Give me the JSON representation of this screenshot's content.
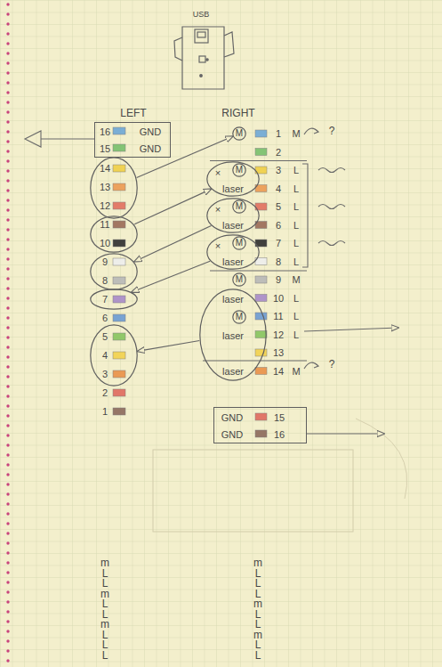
{
  "diagram": {
    "nodes": [
      {
        "text": [
          "16",
          "GND",
          "15",
          "GND"
        ]
      },
      {
        "text": [
          "14",
          "13",
          "12"
        ]
      },
      {
        "text": [
          "11",
          "10"
        ]
      },
      {
        "text": [
          "9",
          "8"
        ]
      },
      {
        "text": [
          "7"
        ]
      },
      {
        "text": [
          "5",
          "4",
          "3"
        ]
      },
      {
        "text": [
          "M"
        ]
      },
      {
        "text": [
          "×",
          "laser"
        ]
      },
      {
        "text": [
          "M"
        ],
        "in": 7
      },
      {
        "text": [
          "×",
          "laser"
        ]
      },
      {
        "text": [
          "M"
        ],
        "in": 9
      },
      {
        "text": [
          "×",
          "laser"
        ]
      },
      {
        "text": [
          "M"
        ],
        "in": 11
      },
      {
        "text": [
          "M"
        ]
      },
      {
        "text": [
          "laser",
          "laser",
          "laser"
        ]
      },
      {
        "text": [
          "M"
        ],
        "in": 14
      },
      {
        "text": [
          "GND",
          "15",
          "GND",
          "16"
        ]
      }
    ],
    "edges": [
      {
        "from": 1,
        "to": 6,
        "arrow": "to"
      },
      {
        "from": 2,
        "to": 7,
        "arrow": "to"
      },
      {
        "from": 9,
        "to": 3,
        "arrow": "to"
      },
      {
        "from": 11,
        "to": 4,
        "arrow": "to"
      },
      {
        "from": 14,
        "to": 5,
        "arrow": "to"
      }
    ],
    "labels": [
      "USB",
      "LEFT",
      "RIGHT",
      "6",
      "2",
      "1",
      "1",
      "2",
      "3",
      "4",
      "5",
      "6",
      "7",
      "8",
      "9",
      "10",
      "11",
      "12",
      "13",
      "14",
      "M",
      "L",
      "L",
      "L",
      "L",
      "L",
      "L",
      "M",
      "L",
      "L",
      "L",
      "M",
      "?",
      "?",
      "m",
      "L",
      "L",
      "m",
      "L",
      "L",
      "m",
      "L",
      "L",
      "L",
      "m",
      "L",
      "L",
      "L",
      "m",
      "L",
      "L",
      "m",
      "L",
      "L"
    ]
  }
}
